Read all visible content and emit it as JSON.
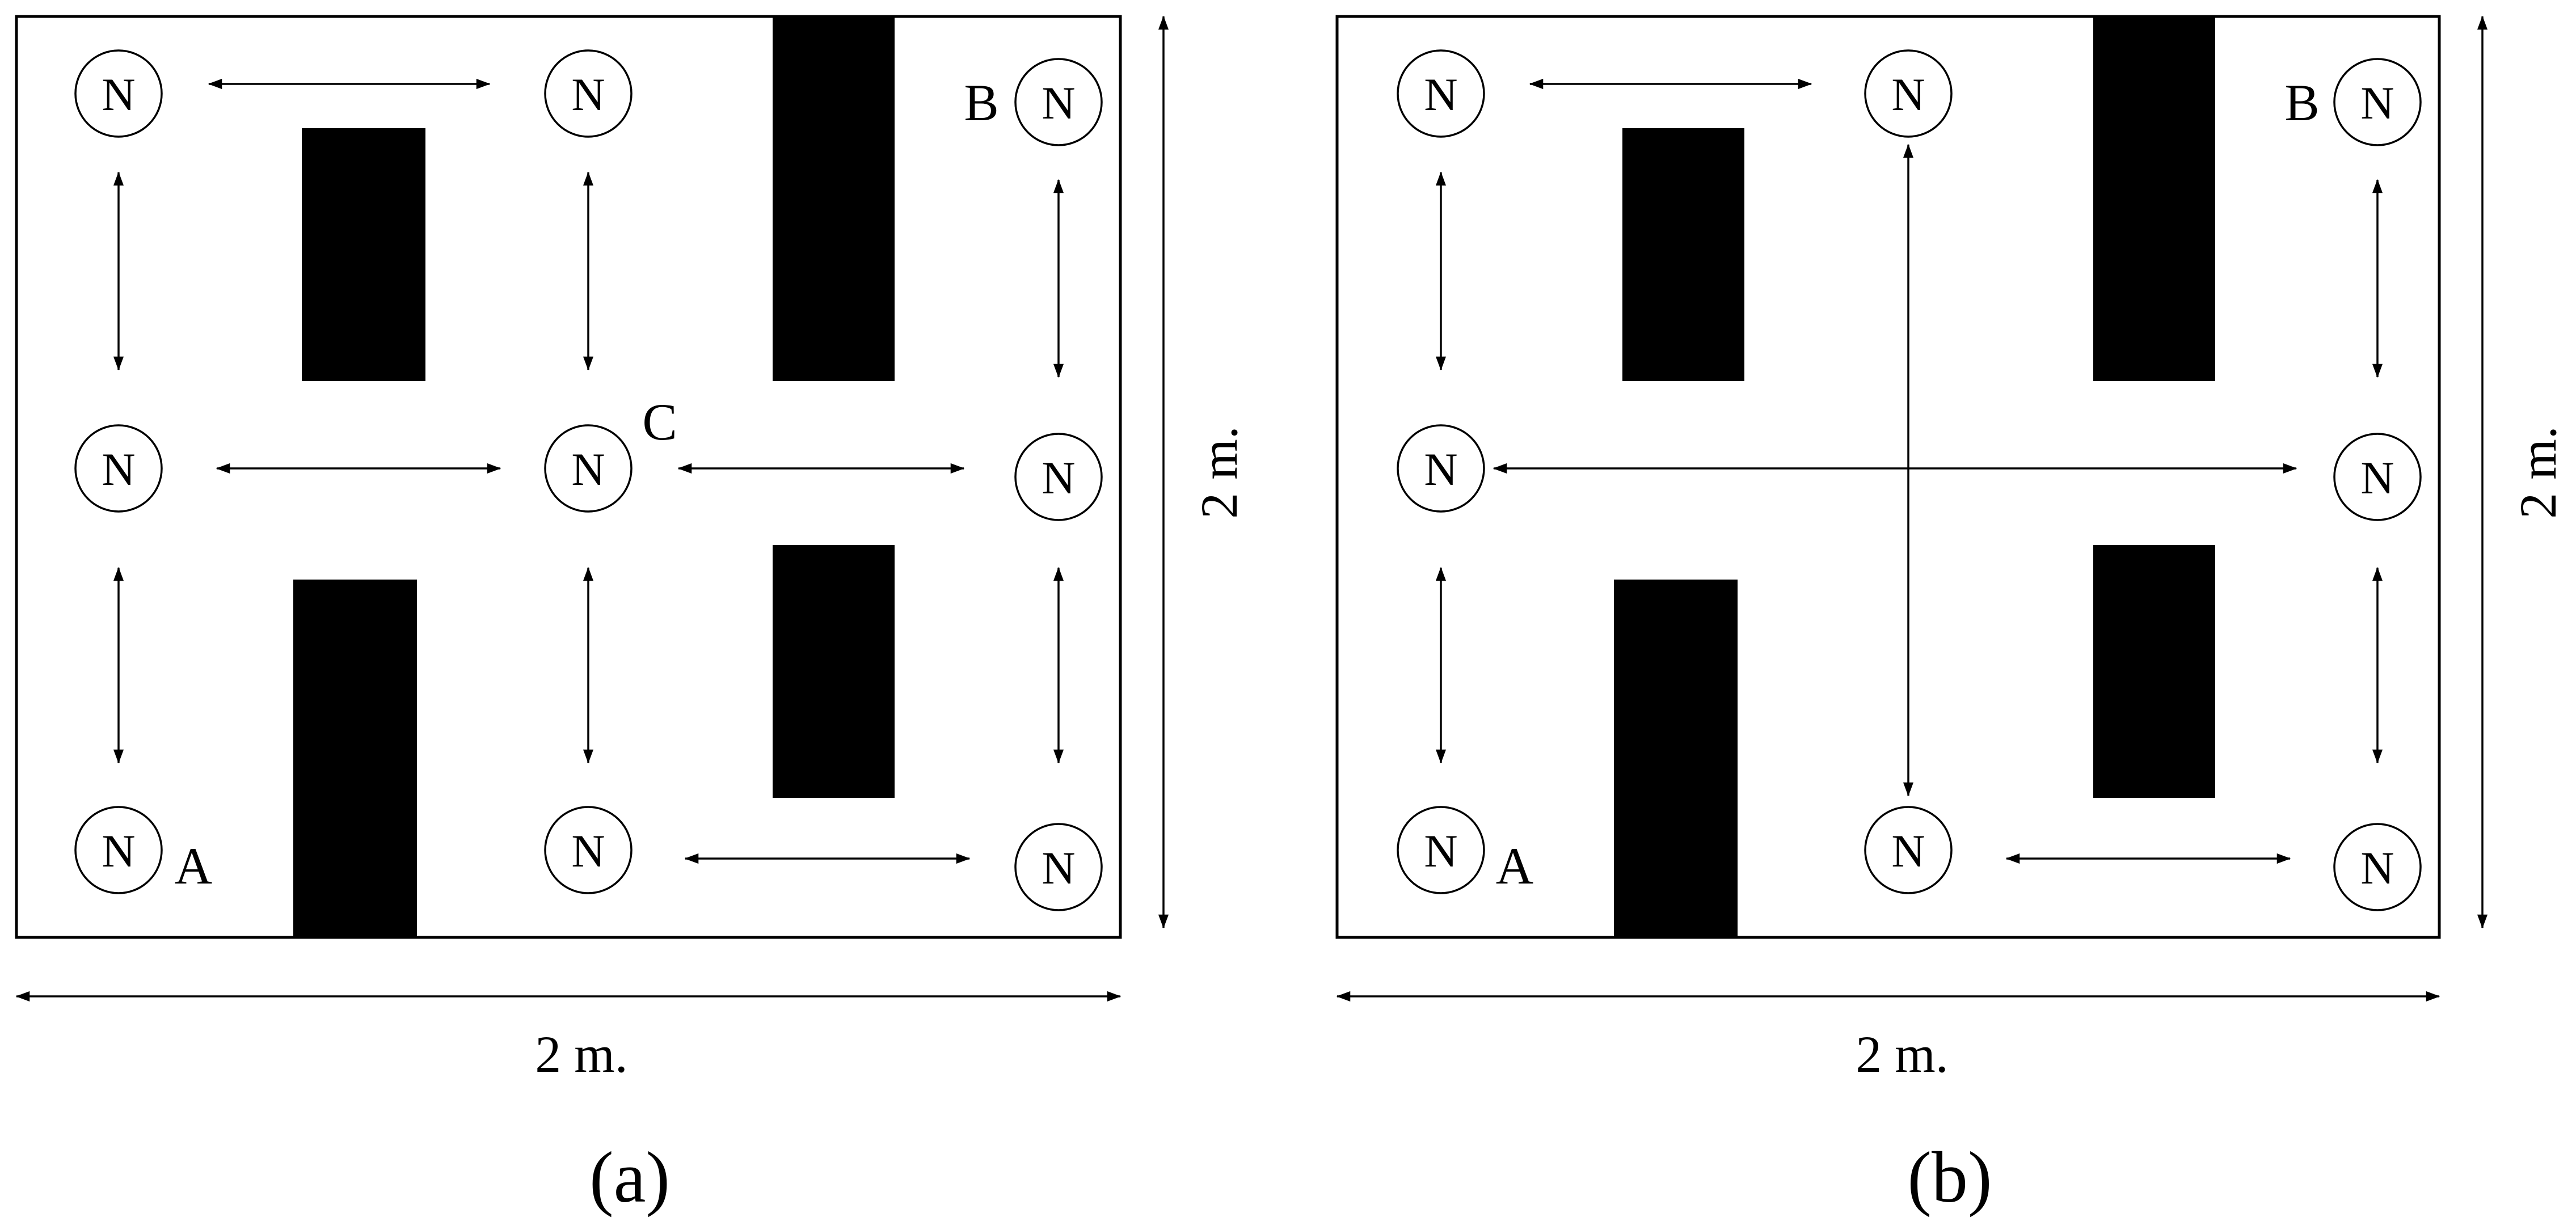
{
  "node_symbol": "N",
  "panel_a": {
    "caption": "(a)",
    "width_label": "2 m.",
    "height_label": "2 m.",
    "tag_a": "A",
    "tag_b": "B",
    "tag_c": "C"
  },
  "panel_b": {
    "caption": "(b)",
    "width_label": "2 m.",
    "height_label": "2 m.",
    "tag_a": "A",
    "tag_b": "B"
  }
}
